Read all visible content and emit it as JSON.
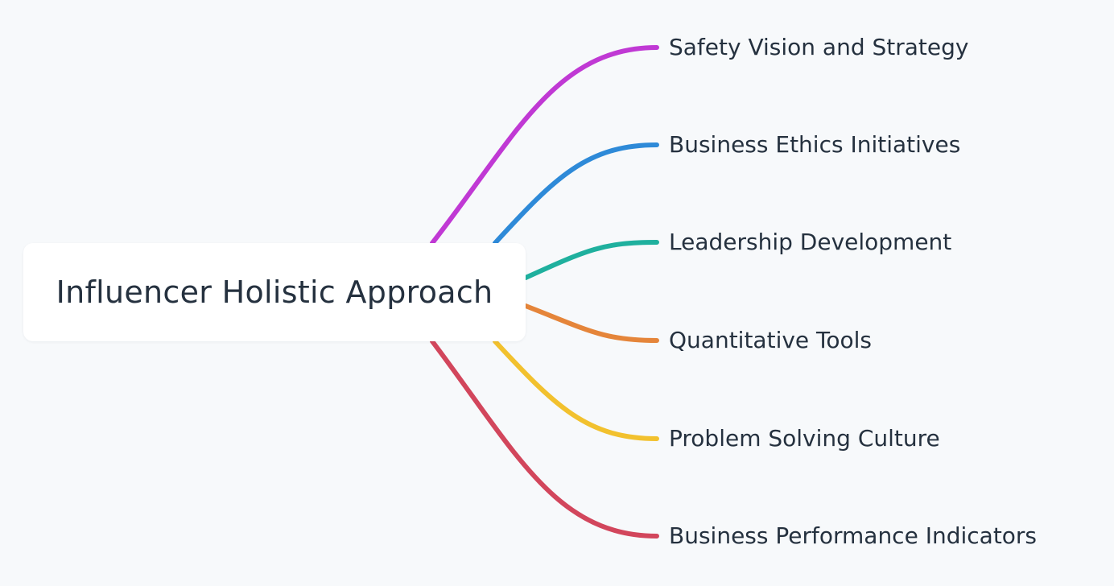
{
  "diagram": {
    "root": {
      "label": "Influencer Holistic Approach"
    },
    "branches": [
      {
        "label": "Safety Vision and Strategy",
        "color": "#c039d4"
      },
      {
        "label": "Business Ethics Initiatives",
        "color": "#2e8ad8"
      },
      {
        "label": "Leadership Development",
        "color": "#1fb09e"
      },
      {
        "label": "Quantitative Tools",
        "color": "#e5853a"
      },
      {
        "label": "Problem Solving Culture",
        "color": "#f2c12e"
      },
      {
        "label": "Business Performance Indicators",
        "color": "#d2465c"
      }
    ]
  }
}
